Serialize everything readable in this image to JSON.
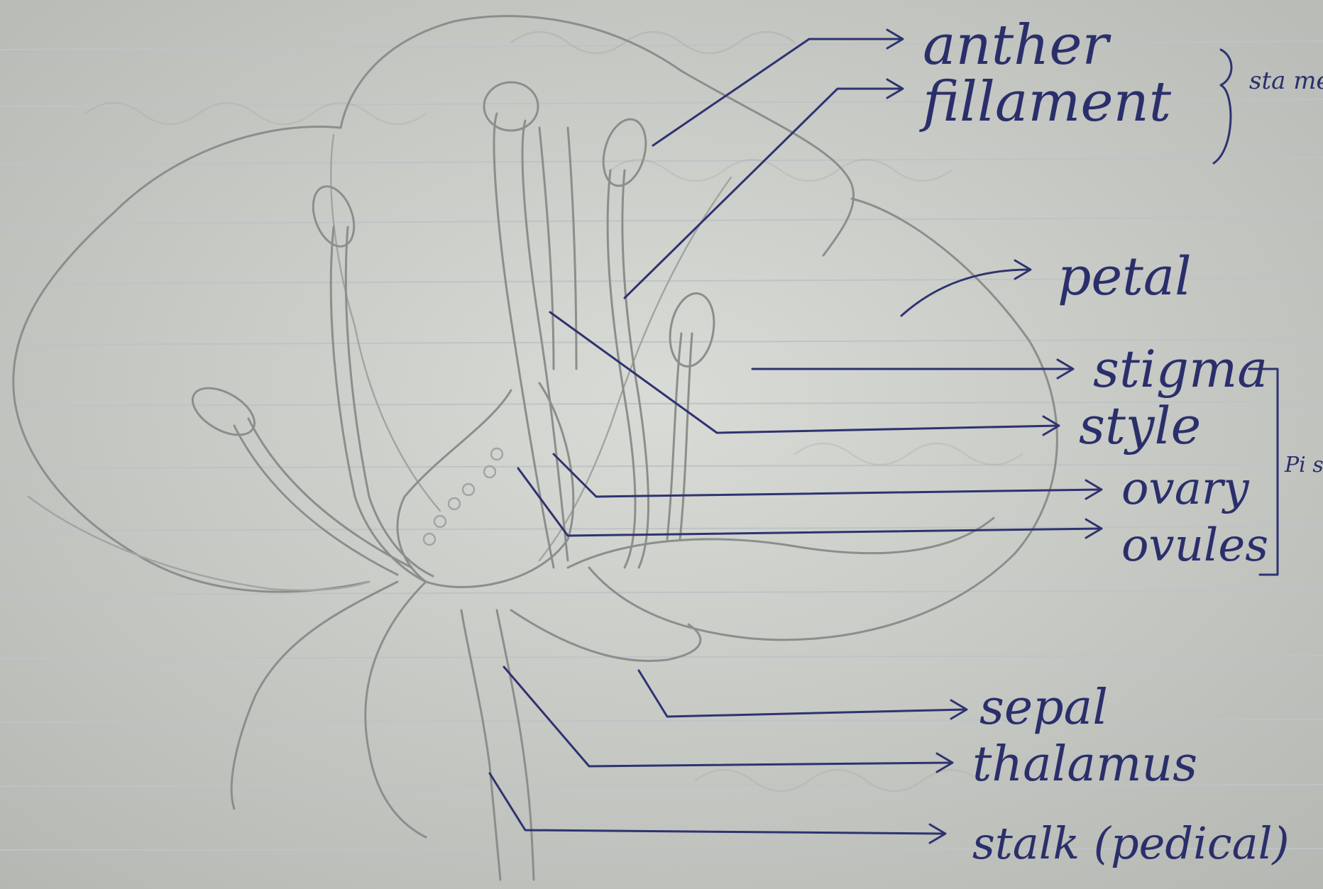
{
  "labels": {
    "anther": "anther",
    "filament": "fillament",
    "stamen_group": "sta men",
    "petal": "petal",
    "stigma": "stigma",
    "style": "style",
    "ovary": "ovary",
    "ovules": "ovules",
    "pistil_group": "Pi sti",
    "sepal": "sepal",
    "thalamus": "thalamus",
    "stalk": "stalk (pedical)"
  },
  "colors": {
    "paper": "#cfd2cd",
    "pencil": "#8c8e8c",
    "ink": "#2e3370"
  }
}
